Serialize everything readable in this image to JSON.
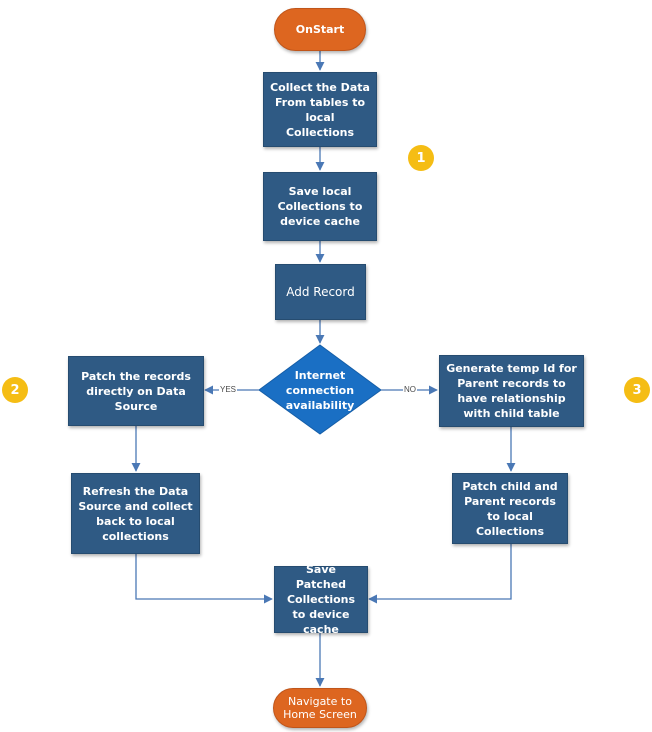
{
  "nodes": {
    "onstart": "OnStart",
    "collect": "Collect the Data From tables to local Collections",
    "save_local": "Save local Collections to device cache",
    "add_record": "Add Record",
    "decision": "Internet connection availability",
    "patch_direct": "Patch the records directly on Data Source",
    "refresh": "Refresh the Data Source and collect back to local collections",
    "gen_temp": "Generate temp Id for Parent records to have relationship with child table",
    "patch_child": "Patch child and Parent records to local Collections",
    "save_patched": "Save Patched Collections to device cache",
    "navigate": "Navigate to Home Screen"
  },
  "edge_labels": {
    "yes": "YES",
    "no": "NO"
  },
  "badges": {
    "one": "1",
    "two": "2",
    "three": "3"
  },
  "colors": {
    "process": "#2f5a84",
    "terminal": "#dd6620",
    "decision": "#1a6fc4",
    "badge": "#f5bd14",
    "connector": "#4a78b5"
  }
}
